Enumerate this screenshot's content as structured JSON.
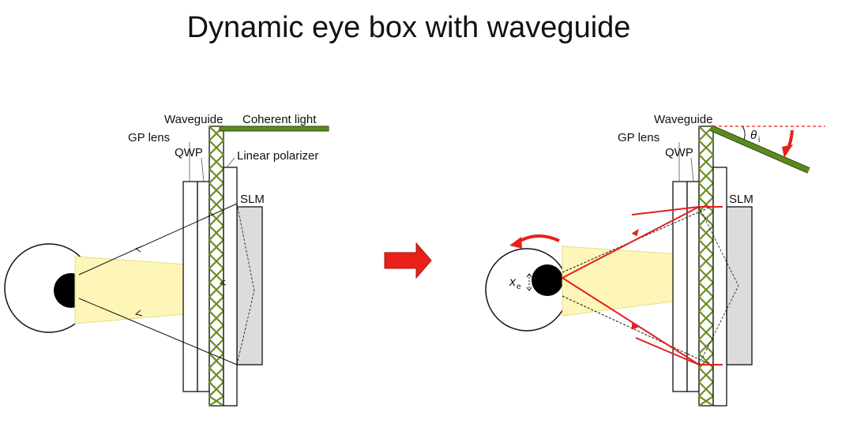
{
  "title": "Dynamic eye box with waveguide",
  "left_diagram": {
    "labels": {
      "waveguide": "Waveguide",
      "coherent_light": "Coherent light",
      "gp_lens": "GP lens",
      "qwp": "QWP",
      "linear_polarizer": "Linear polarizer",
      "slm": "SLM"
    }
  },
  "right_diagram": {
    "labels": {
      "waveguide": "Waveguide",
      "gp_lens": "GP lens",
      "qwp": "QWP",
      "slm": "SLM",
      "theta": "θ",
      "theta_sub": "i",
      "x_e": "x",
      "x_e_sub": "e"
    }
  },
  "colors": {
    "waveguide_green": "#6b8e23",
    "light_green": "#5b8a1e",
    "ray_red": "#e02020",
    "beam_yellow": "#fdf6b8",
    "slm_gray": "#dcdcdc",
    "arrow_red": "#e8201a"
  }
}
